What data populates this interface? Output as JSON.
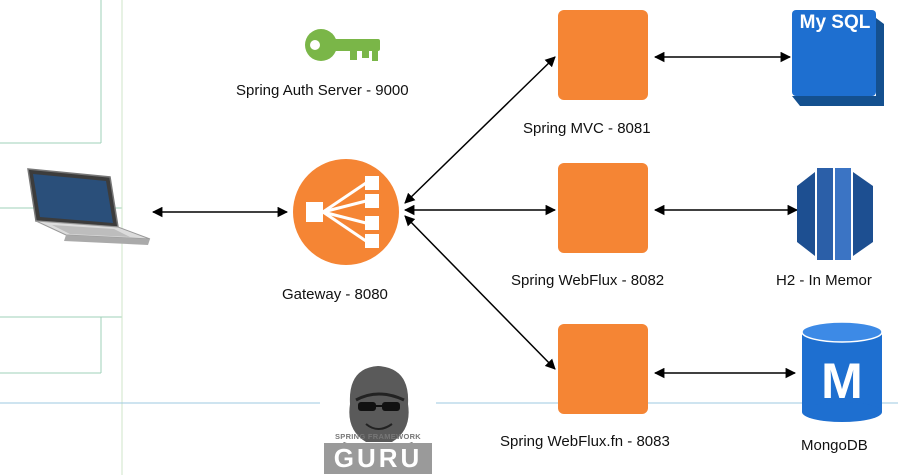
{
  "diagram": {
    "nodes": {
      "client": {
        "icon": "laptop-icon"
      },
      "auth_server": {
        "label": "Spring Auth Server - 9000",
        "icon": "key-icon",
        "color": "#7ab648"
      },
      "gateway": {
        "label": "Gateway - 8080",
        "icon": "load-balancer-icon",
        "color": "#f58534"
      },
      "mvc": {
        "label": "Spring MVC - 8081",
        "color": "#f58534"
      },
      "webflux": {
        "label": "Spring WebFlux - 8082",
        "color": "#f58534"
      },
      "webflux_fn": {
        "label": "Spring WebFlux.fn - 8083",
        "color": "#f58534"
      },
      "mysql": {
        "label": "My SQL",
        "icon": "mysql-database-icon",
        "color": "#1e6fd0"
      },
      "h2": {
        "label": "H2 - In Memor",
        "icon": "h2-database-icon",
        "color": "#2b5fa8"
      },
      "mongodb": {
        "label": "MongoDB",
        "letter": "M",
        "icon": "mongodb-database-icon",
        "color": "#1e6fd0"
      }
    },
    "logo": {
      "text_top": "SPRING FRAMEWORK",
      "text_main": "GURU",
      "icon": "spring-framework-guru-logo"
    },
    "edges": [
      {
        "from": "client",
        "to": "gateway",
        "bidirectional": true
      },
      {
        "from": "gateway",
        "to": "mvc",
        "bidirectional": true
      },
      {
        "from": "gateway",
        "to": "webflux",
        "bidirectional": true
      },
      {
        "from": "gateway",
        "to": "webflux_fn",
        "bidirectional": true
      },
      {
        "from": "mvc",
        "to": "mysql",
        "bidirectional": true
      },
      {
        "from": "webflux",
        "to": "h2",
        "bidirectional": true
      },
      {
        "from": "webflux_fn",
        "to": "mongodb",
        "bidirectional": true
      }
    ]
  }
}
